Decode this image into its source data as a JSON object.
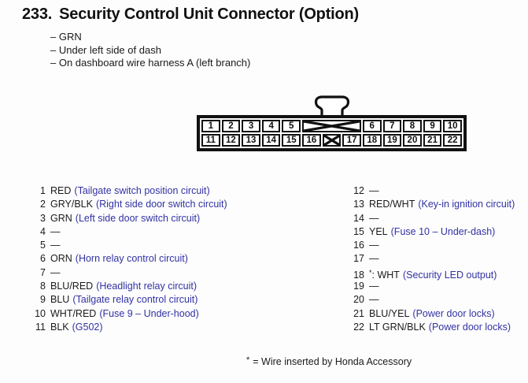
{
  "colors": {
    "text_black": "#1a1a1a",
    "line_black": "#111111",
    "circuit_blue": "#3232a5",
    "background": "#fdfdfd"
  },
  "title": {
    "number": "233.",
    "text": "Security Control Unit Connector (Option)"
  },
  "notes": [
    "– GRN",
    "– Under left side of dash",
    "– On dashboard wire harness A (left branch)"
  ],
  "connector": {
    "row1_left": [
      "1",
      "2",
      "3",
      "4",
      "5"
    ],
    "row1_right": [
      "6",
      "7",
      "8",
      "9",
      "10"
    ],
    "row2_left": [
      "11",
      "12",
      "13",
      "14",
      "15",
      "16"
    ],
    "row2_right": [
      "17",
      "18",
      "19",
      "20",
      "21",
      "22"
    ]
  },
  "pins_left": [
    {
      "num": "1",
      "wire": "RED",
      "circuit": "(Tailgate switch position circuit)"
    },
    {
      "num": "2",
      "wire": "GRY/BLK",
      "circuit": "(Right side door switch circuit)"
    },
    {
      "num": "3",
      "wire": "GRN",
      "circuit": "(Left side door switch circuit)"
    },
    {
      "num": "4",
      "wire": "—"
    },
    {
      "num": "5",
      "wire": "—"
    },
    {
      "num": "6",
      "wire": "ORN",
      "circuit": "(Horn relay control circuit)"
    },
    {
      "num": "7",
      "wire": "—"
    },
    {
      "num": "8",
      "wire": "BLU/RED",
      "circuit": "(Headlight relay circuit)"
    },
    {
      "num": "9",
      "wire": "BLU",
      "circuit": "(Tailgate relay control circuit)"
    },
    {
      "num": "10",
      "wire": "WHT/RED",
      "circuit": "(Fuse 9 – Under-hood)"
    },
    {
      "num": "11",
      "wire": "BLK",
      "circuit": "(G502)"
    }
  ],
  "pins_right": [
    {
      "num": "12",
      "wire": "—"
    },
    {
      "num": "13",
      "wire": "RED/WHT",
      "circuit": "(Key-in ignition circuit)"
    },
    {
      "num": "14",
      "wire": "—"
    },
    {
      "num": "15",
      "wire": "YEL",
      "circuit": "(Fuse 10 – Under-dash)"
    },
    {
      "num": "16",
      "wire": "—"
    },
    {
      "num": "17",
      "wire": "—"
    },
    {
      "num": "18",
      "sup": "*",
      "sep": ": ",
      "wire": "WHT",
      "circuit": "(Security LED output)"
    },
    {
      "num": "19",
      "wire": "—"
    },
    {
      "num": "20",
      "wire": "—"
    },
    {
      "num": "21",
      "wire": "BLU/YEL",
      "circuit": "(Power door locks)"
    },
    {
      "num": "22",
      "wire": "LT GRN/BLK",
      "circuit": "(Power door locks)"
    }
  ],
  "footnote": {
    "marker": "*",
    "text": "= Wire inserted by Honda Accessory"
  }
}
